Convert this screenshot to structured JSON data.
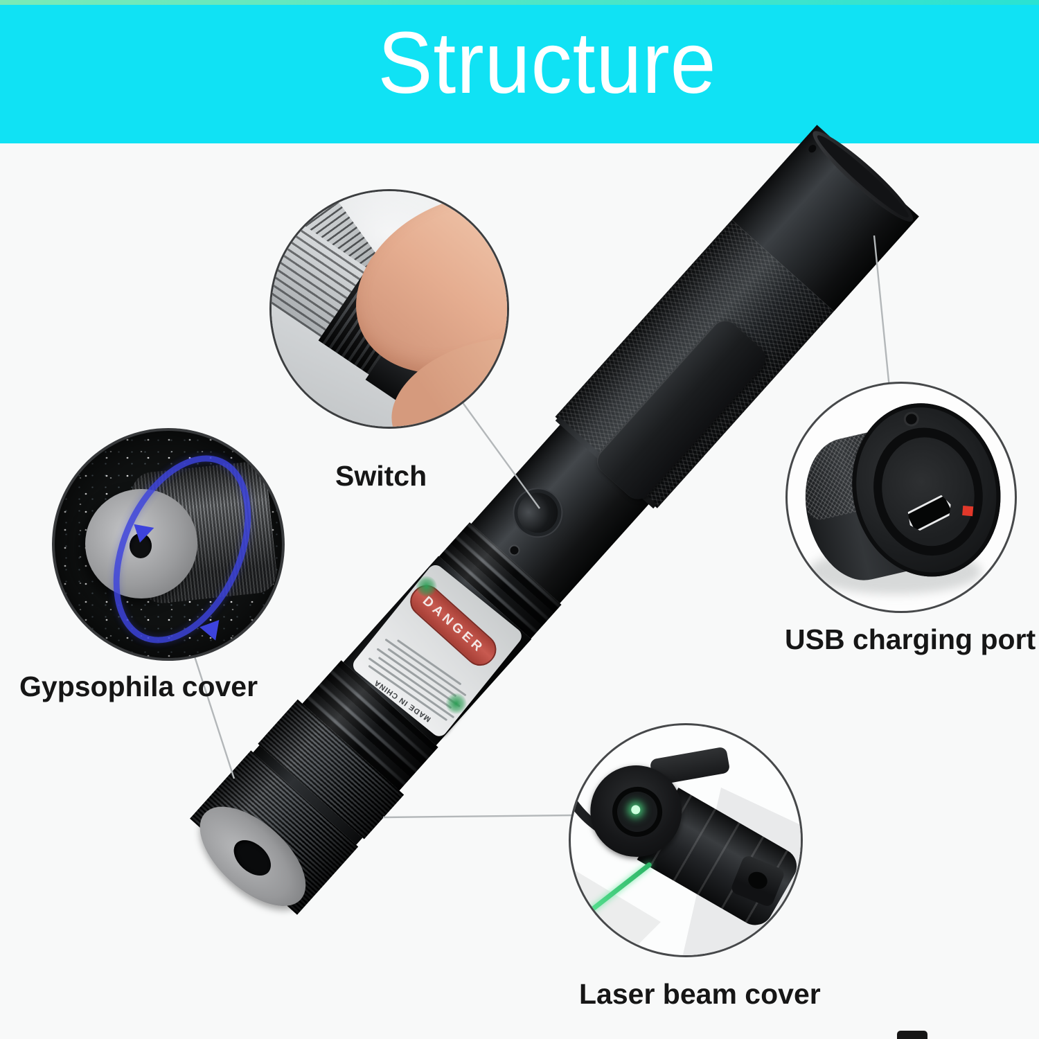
{
  "title": "Structure",
  "callouts": [
    {
      "id": "switch",
      "label": "Switch"
    },
    {
      "id": "gypsophila-cover",
      "label": "Gypsophila cover"
    },
    {
      "id": "usb-charging-port",
      "label": "USB charging port"
    },
    {
      "id": "laser-beam-cover",
      "label": "Laser beam cover"
    }
  ],
  "sticker": {
    "danger_text": "DANGER",
    "made_in_text": "MADE IN CHINA"
  },
  "colors": {
    "banner_cyan": "#10E2F4",
    "banner_strip_mint": "#63E7B4",
    "page_background": "#F8F9F9",
    "title_text": "#FFFFFF",
    "label_text": "#161616",
    "callout_line": "#B3B7B9",
    "laser_green": "#2BB465",
    "rotation_arrow_blue": "#3D43DC",
    "danger_red": "#C85A50"
  }
}
